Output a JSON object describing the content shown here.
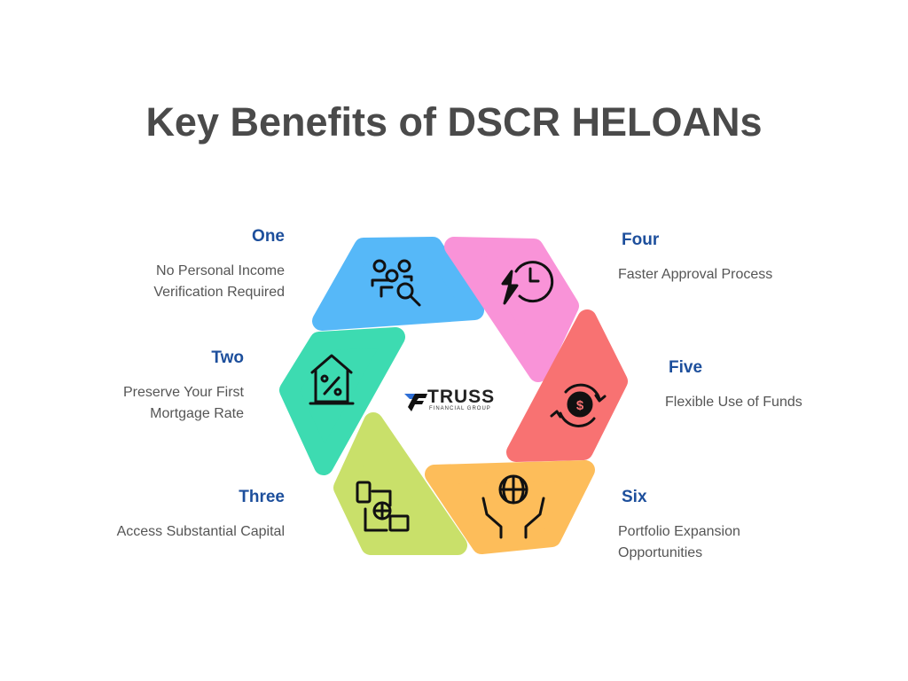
{
  "title": "Key Benefits of DSCR HELOANs",
  "logo": {
    "name": "TRUSS",
    "subtitle": "FINANCIAL GROUP"
  },
  "items": [
    {
      "heading": "One",
      "text": "No Personal Income Verification Required",
      "color": "#56b8f8",
      "icon": "people-search-icon"
    },
    {
      "heading": "Two",
      "text": "Preserve Your First Mortgage Rate",
      "color": "#3ddbb1",
      "icon": "house-percent-icon"
    },
    {
      "heading": "Three",
      "text": "Access Substantial Capital",
      "color": "#c9e06a",
      "icon": "devices-globe-transfer-icon"
    },
    {
      "heading": "Four",
      "text": "Faster Approval Process",
      "color": "#f993d8",
      "icon": "fast-clock-icon"
    },
    {
      "heading": "Five",
      "text": "Flexible Use of Funds",
      "color": "#f87272",
      "icon": "dollar-cycle-icon"
    },
    {
      "heading": "Six",
      "text": "Portfolio Expansion Opportunities",
      "color": "#fdbd5a",
      "icon": "hands-globe-icon"
    }
  ]
}
